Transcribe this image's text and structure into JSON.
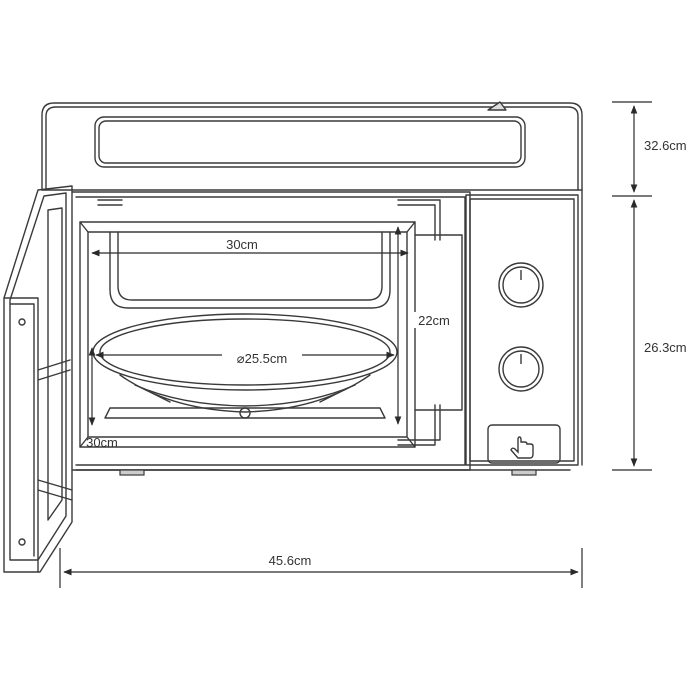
{
  "dimensions": {
    "top_height": "32.6cm",
    "body_height": "26.3cm",
    "total_width": "45.6cm",
    "interior_width": "30cm",
    "interior_height": "22cm",
    "interior_depth": "30cm",
    "turntable_diameter": "⌀25.5cm"
  },
  "colors": {
    "line": "#3a3a3a",
    "background": "#ffffff"
  },
  "controls": {
    "knobs": [
      "timer-knob",
      "power-knob"
    ],
    "button_icon": "hand-pointer-icon"
  }
}
